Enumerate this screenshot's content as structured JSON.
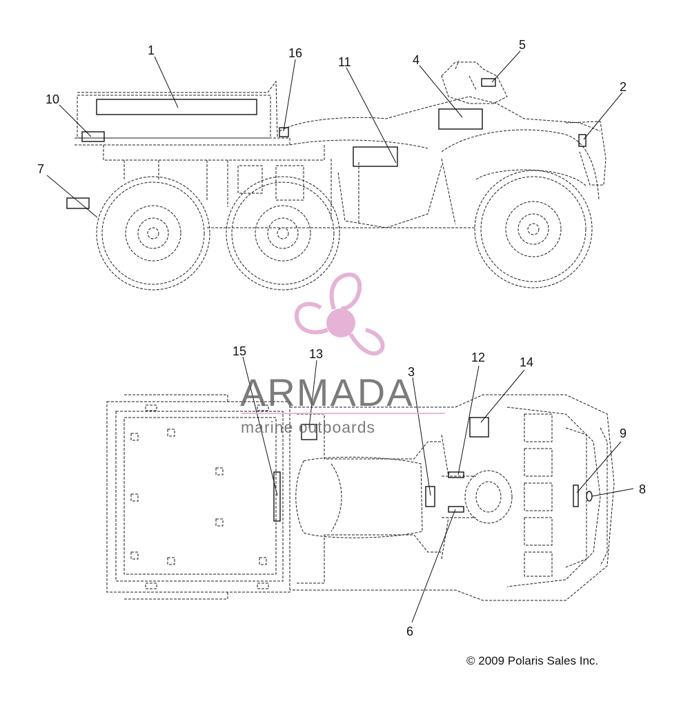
{
  "callouts": {
    "c1": "1",
    "c2": "2",
    "c3": "3",
    "c4": "4",
    "c5": "5",
    "c6": "6",
    "c7": "7",
    "c8": "8",
    "c9": "9",
    "c10": "10",
    "c11": "11",
    "c12": "12",
    "c13": "13",
    "c14": "14",
    "c15": "15",
    "c16": "16"
  },
  "watermark": {
    "name": "ARMADA",
    "tagline": "marine outboards",
    "logo_color": "#e5b3d6"
  },
  "footer": {
    "copyright": "© 2009 Polaris Sales Inc."
  },
  "line_color": "#1a1a1a"
}
